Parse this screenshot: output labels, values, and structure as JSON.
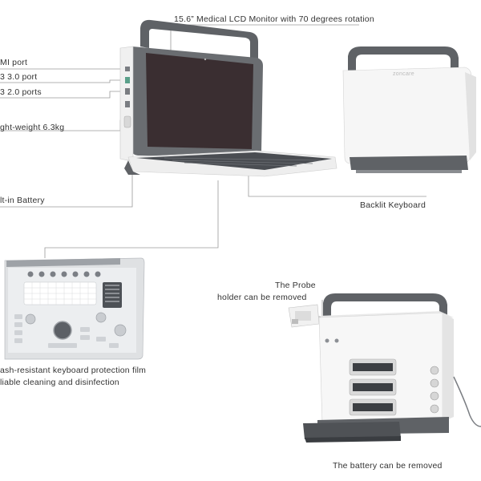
{
  "labels": {
    "monitor": "15.6” Medical LCD Monitor with 70 degrees rotation",
    "hdmi": "MI port",
    "usb3": "3 3.0 port",
    "usb2": "3 2.0 ports",
    "weight": "ght-weight 6.3kg",
    "battery": "lt-in Battery",
    "keyboard": "Backlit Keyboard",
    "film_line1": "ash-resistant keyboard protection film",
    "film_line2": "liable cleaning and disinfection",
    "probe_line1": "The Probe",
    "probe_line2": "holder can be removed",
    "battery_removed": "The battery can be removed"
  },
  "brand_text": "zoncare",
  "colors": {
    "frame": "#5f6266",
    "body": "#f4f4f4",
    "screen": "#3a2e31",
    "keyboard": "#4a4d52",
    "leader": "#9a9a9a"
  }
}
